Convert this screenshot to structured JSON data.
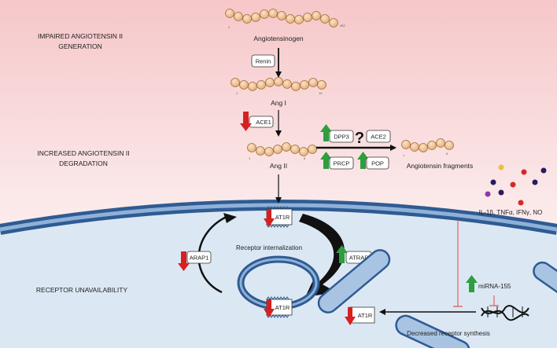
{
  "sections": {
    "impaired_line1": "IMPAIRED ANGIOTENSIN II",
    "impaired_line2": "GENERATION",
    "degradation_line1": "INCREASED ANGIOTENSIN II",
    "degradation_line2": "DEGRADATION",
    "receptor": "RECEPTOR UNAVAILABILITY"
  },
  "molecules": {
    "angiotensinogen": "Angiotensinogen",
    "angiotensinogen_start": "1",
    "angiotensinogen_end": "452",
    "ang1": "Ang I",
    "ang1_start": "1",
    "ang1_end": "10",
    "ang2": "Ang II",
    "ang2_start": "1",
    "ang2_end": "8",
    "fragments": "Angiotensin fragments",
    "frag_start": "1",
    "frag_end": "5"
  },
  "enzymes": {
    "renin": "Renin",
    "ace1": "ACE1",
    "dpp3": "DPP3",
    "question": "?",
    "ace2": "ACE2",
    "prcp": "PRCP",
    "pop": "POP",
    "atrap": "ATRAP",
    "arap1": "ARAP1",
    "mirna": "miRNA-155"
  },
  "receptor": {
    "at1r_top": "AT1R",
    "at1r_vesicle": "AT1R",
    "at1r_new": "AT1R",
    "internalization": "Receptor internalization",
    "decreased_synthesis": "Decreased receptor synthesis"
  },
  "cytokines": "IL-1β, TNFα, IFNγ, NO",
  "colors": {
    "up_arrow": "#2e9e3e",
    "down_arrow": "#d62020",
    "membrane": "#2f5b93",
    "bead": "#f2c9a0"
  }
}
